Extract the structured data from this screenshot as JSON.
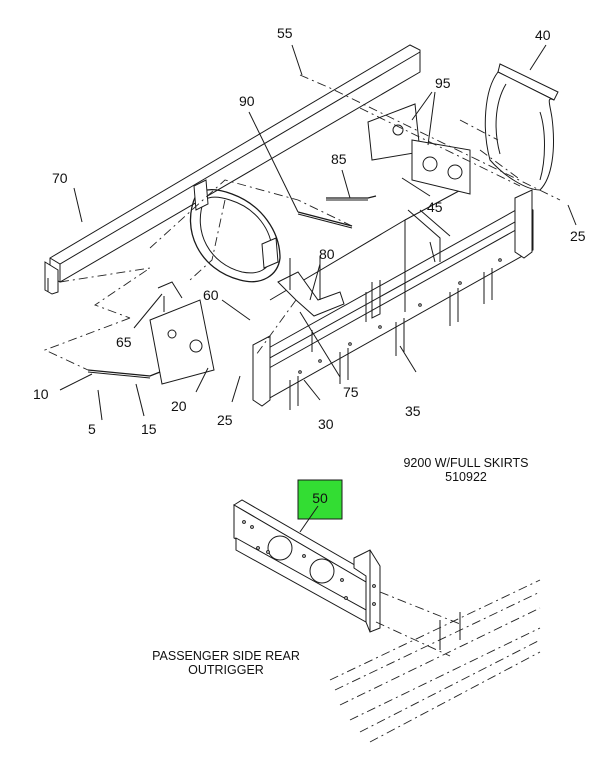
{
  "diagram": {
    "model_caption": "9200 W/FULL SKIRTS",
    "model_code": "510922",
    "detail_caption_line1": "PASSENGER SIDE REAR",
    "detail_caption_line2": "OUTRIGGER",
    "highlight_color": "#33dd33",
    "highlighted_part": "50",
    "callouts": {
      "p5": "5",
      "p10": "10",
      "p15": "15",
      "p20": "20",
      "p25a": "25",
      "p25b": "25",
      "p30": "30",
      "p35": "35",
      "p40": "40",
      "p45": "45",
      "p50": "50",
      "p55": "55",
      "p60": "60",
      "p65": "65",
      "p70": "70",
      "p75": "75",
      "p80": "80",
      "p85": "85",
      "p90": "90",
      "p95": "95"
    }
  }
}
